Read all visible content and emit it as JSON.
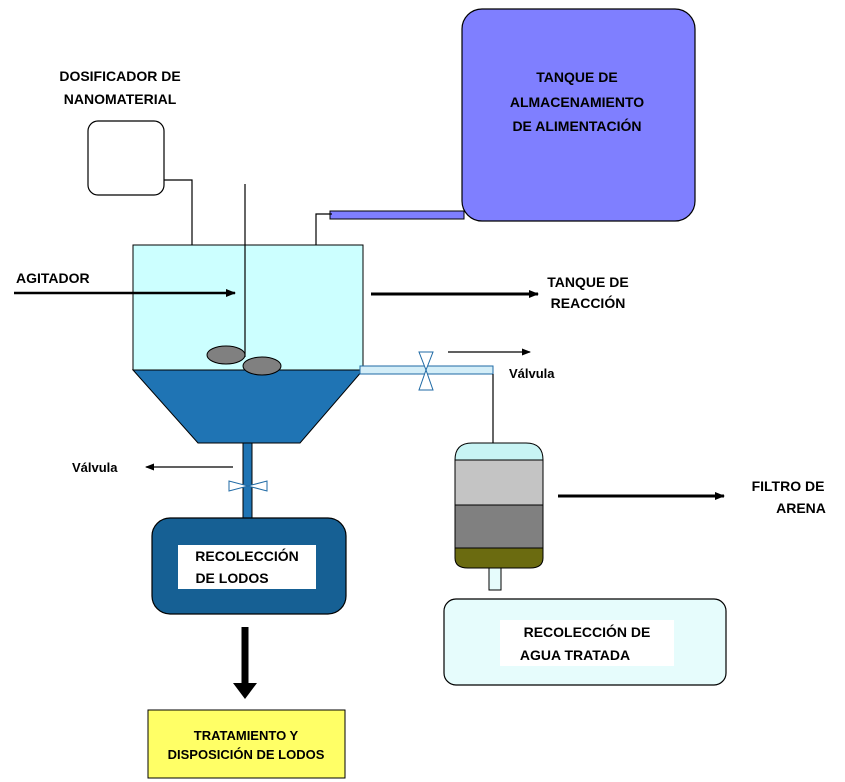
{
  "labels": {
    "dosificador_1": "DOSIFICADOR DE",
    "dosificador_2": "NANOMATERIAL",
    "tanque_alm_1": "TANQUE DE",
    "tanque_alm_2": "ALMACENAMIENTO",
    "tanque_alm_3": "DE ALIMENTACIÓN",
    "agitador": "AGITADOR",
    "tanque_reac_1": "TANQUE DE",
    "tanque_reac_2": "REACCIÓN",
    "valvula_right": "Válvula",
    "valvula_left": "Válvula",
    "filtro_1": "FILTRO DE",
    "filtro_2": "ARENA",
    "recoleccion_lodos_1": "RECOLECCIÓN",
    "recoleccion_lodos_2": "DE LODOS",
    "recoleccion_agua_1": "RECOLECCIÓN DE",
    "recoleccion_agua_2": "AGUA TRATADA",
    "tratamiento_1": "TRATAMIENTO Y",
    "tratamiento_2": "DISPOSICIÓN DE LODOS"
  },
  "colors": {
    "storage_tank": "#7f7fff",
    "reaction_tank_liquid": "#ccffff",
    "reaction_tank_sludge": "#1f74b4",
    "sludge_collection": "#166094",
    "pipe": "#d4eef8",
    "pipe_outline": "#1f6aa5",
    "filter_top": "#c8f4f4",
    "filter_sand_light": "#c4c4c4",
    "filter_sand_dark": "#808080",
    "filter_bottom": "#6b6b10",
    "treated_water": "#e6fcfc",
    "treatment_box": "#ffff66",
    "particles": "#808080"
  }
}
